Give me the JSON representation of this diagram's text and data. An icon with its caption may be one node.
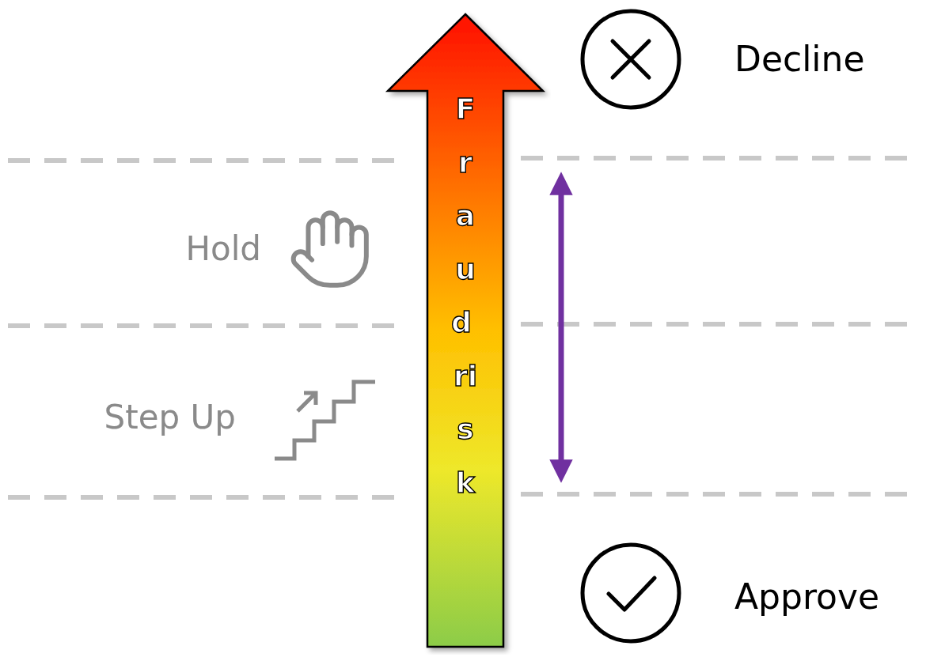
{
  "diagram": {
    "nodes": [
      {
        "text": [
          "Fraud risk"
        ]
      }
    ],
    "labels": [
      "Decline",
      "Hold",
      "Step Up",
      "Approve"
    ]
  }
}
